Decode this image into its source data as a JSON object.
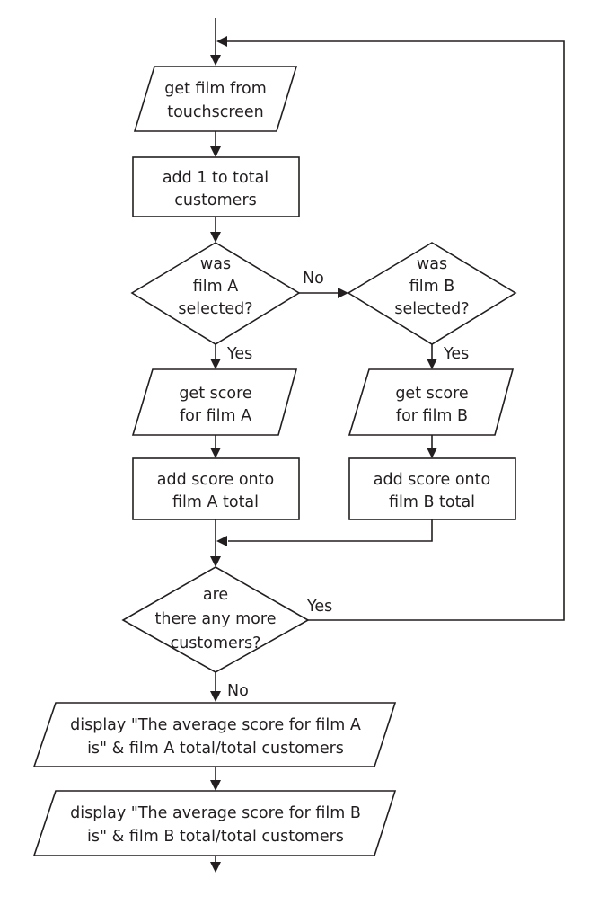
{
  "flowchart": {
    "input_get_film": [
      "get film from",
      "touchscreen"
    ],
    "process_add_customer": [
      "add 1 to total",
      "customers"
    ],
    "decision_film_a": [
      "was",
      "film A",
      "selected?"
    ],
    "decision_film_b": [
      "was",
      "film B",
      "selected?"
    ],
    "input_score_a": [
      "get score",
      "for film A"
    ],
    "input_score_b": [
      "get score",
      "for film B"
    ],
    "process_add_a": [
      "add score onto",
      "film A total"
    ],
    "process_add_b": [
      "add score onto",
      "film B total"
    ],
    "decision_more": [
      "are",
      "there any more",
      "customers?"
    ],
    "output_average_a": [
      "display \"The average score for film A",
      "is\" & film A total/total customers"
    ],
    "output_average_b": [
      "display \"The average score for film B",
      "is\" & film B total/total customers"
    ],
    "labels": {
      "no_a_to_b": "No",
      "yes_a": "Yes",
      "yes_b": "Yes",
      "yes_more": "Yes",
      "no_more": "No"
    }
  }
}
